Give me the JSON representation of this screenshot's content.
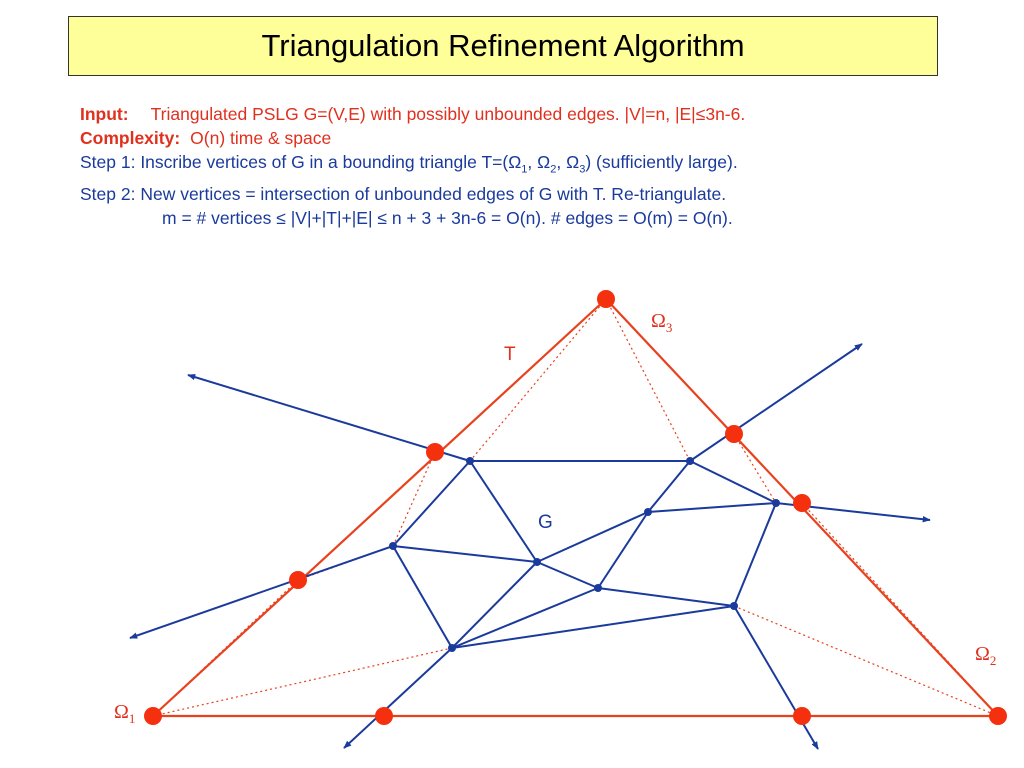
{
  "title": "Triangulation Refinement Algorithm",
  "input": {
    "label": "Input:",
    "text": "Triangulated PSLG G=(V,E) with possibly unbounded edges. |V|=n, |E|≤3n-6."
  },
  "complexity": {
    "label": "Complexity:",
    "text": "O(n) time & space"
  },
  "step1": {
    "before": "Step 1: Inscribe vertices of G in a bounding triangle T=(",
    "o1": "Ω",
    "s1": "1",
    "sep1": ", ",
    "o2": "Ω",
    "s2": "2",
    "sep2": ", ",
    "o3": "Ω",
    "s3": "3",
    "after": ") (sufficiently large)."
  },
  "step2": {
    "text": "Step 2: New vertices = intersection of unbounded edges of G with T. Re-triangulate.",
    "detail": "m = # vertices ≤ |V|+|T|+|E| ≤ n + 3 + 3n-6 = O(n). # edges = O(m) = O(n)."
  },
  "diagram": {
    "label_T": "T",
    "label_G": "G",
    "omega1": {
      "symbol": "Ω",
      "sub": "1"
    },
    "omega2": {
      "symbol": "Ω",
      "sub": "2"
    },
    "omega3": {
      "symbol": "Ω",
      "sub": "3"
    }
  },
  "colors": {
    "triangle": "#e8411e",
    "graph": "#1a3a9c",
    "title_bg": "#ffff99",
    "text_red": "#e0301e",
    "text_blue": "#1a3a9c"
  }
}
